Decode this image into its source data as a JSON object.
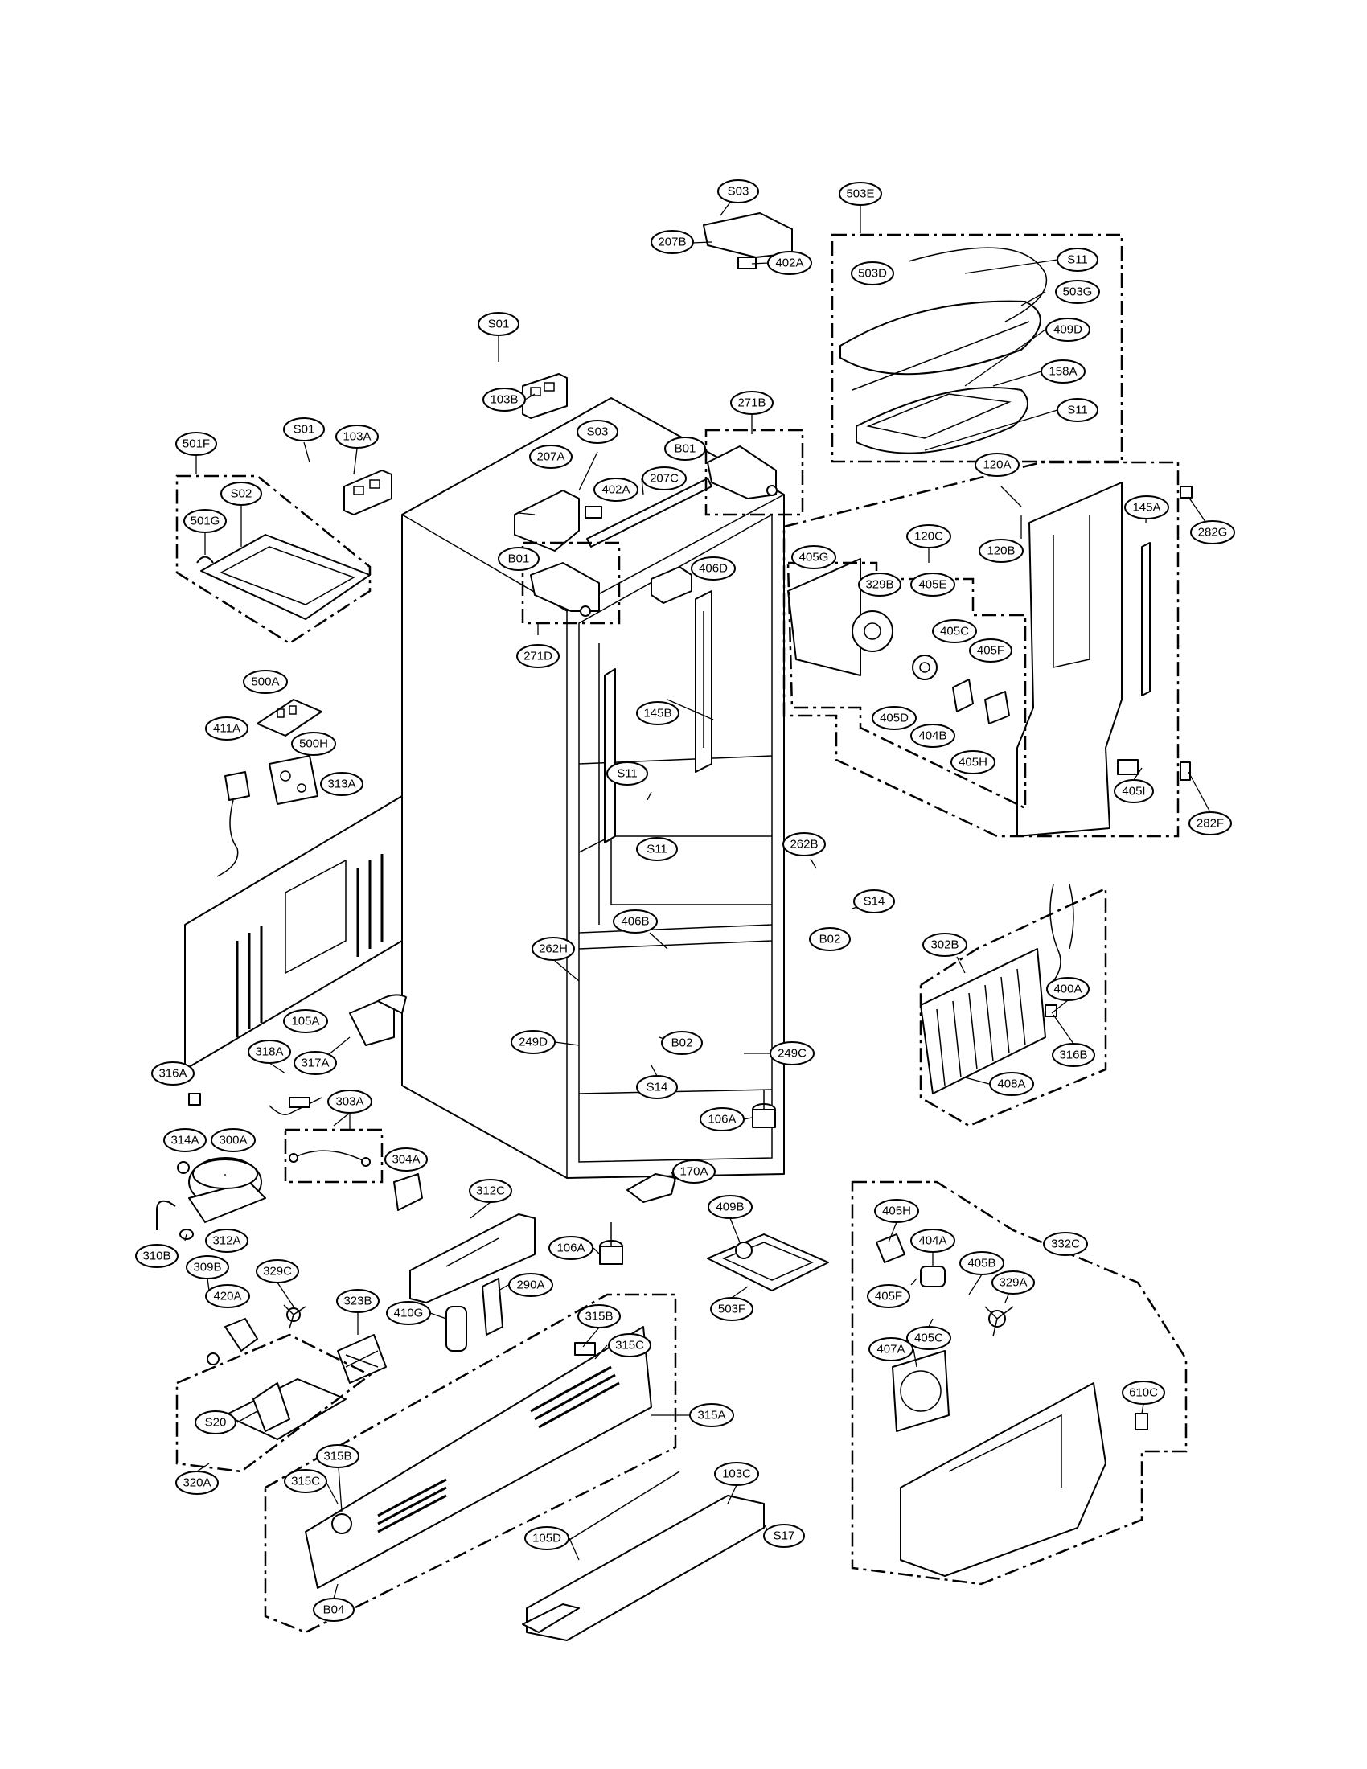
{
  "labels": {
    "S03_top": "S03",
    "L207B": "207B",
    "L402A_top": "402A",
    "L503E": "503E",
    "L503D": "503D",
    "S11_top": "S11",
    "L503G": "503G",
    "L409D": "409D",
    "L158A": "158A",
    "S11_b": "S11",
    "S01_a": "S01",
    "L103B": "103B",
    "L271B": "271B",
    "S03_mid": "S03",
    "B01_r": "B01",
    "L207A": "207A",
    "L402A_mid": "402A",
    "L207C": "207C",
    "L501F": "501F",
    "S01_b": "S01",
    "L103A": "103A",
    "S02": "S02",
    "L501G": "501G",
    "B01_l": "B01",
    "L406D": "406D",
    "L271D": "271D",
    "L120A": "120A",
    "L145A": "145A",
    "L282G": "282G",
    "L120C": "120C",
    "L405G": "405G",
    "L329B": "329B",
    "L405E": "405E",
    "L120B": "120B",
    "L405C_a": "405C",
    "L405F_a": "405F",
    "L405D": "405D",
    "L404B": "404B",
    "L405H_a": "405H",
    "L405I": "405I",
    "L282F": "282F",
    "L500A": "500A",
    "L411A": "411A",
    "L500H": "500H",
    "L313A": "313A",
    "L145B": "145B",
    "S11_c": "S11",
    "S11_d": "S11",
    "L262B": "262B",
    "S14_a": "S14",
    "B02_a": "B02",
    "L406B": "406B",
    "L262H": "262H",
    "L302B": "302B",
    "L400A": "400A",
    "L105A": "105A",
    "B02_b": "B02",
    "L249D": "249D",
    "L249C": "249C",
    "S14_b": "S14",
    "L316B": "316B",
    "L408A": "408A",
    "L316A": "316A",
    "L318A": "318A",
    "L317A": "317A",
    "L303A": "303A",
    "L106A_a": "106A",
    "L314A": "314A",
    "L300A": "300A",
    "L304A": "304A",
    "L170A": "170A",
    "L312C": "312C",
    "L409B": "409B",
    "L312A": "312A",
    "L106A_b": "106A",
    "L310B": "310B",
    "L309B": "309B",
    "L329C": "329C",
    "L290A": "290A",
    "L503F": "503F",
    "L420A": "420A",
    "L323B": "323B",
    "L410G": "410G",
    "L315B_a": "315B",
    "L315C_a": "315C",
    "L332C": "332C",
    "L405H_b": "405H",
    "L404A": "404A",
    "L405B": "405B",
    "L405F_b": "405F",
    "L405C_b": "405C",
    "L329A": "329A",
    "L407A": "407A",
    "L610C": "610C",
    "L315A": "315A",
    "S20": "S20",
    "L103C": "103C",
    "L315B_b": "315B",
    "L315C_b": "315C",
    "L320A": "320A",
    "L105D": "105D",
    "S17": "S17",
    "B04": "B04"
  }
}
